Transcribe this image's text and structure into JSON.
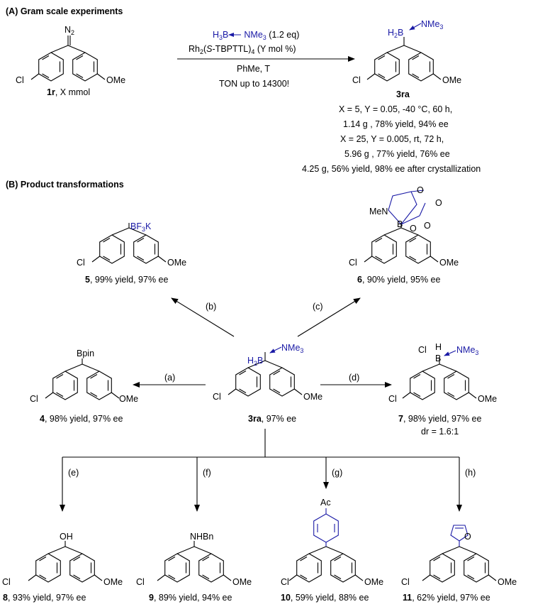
{
  "sections": {
    "A": "(A) Gram scale experiments",
    "B": "(B) Product transformations"
  },
  "A": {
    "reagent_N2": "N",
    "reagent_N2_sub": "2",
    "cl": "Cl",
    "ome": "OMe",
    "sm_label_bold": "1r",
    "sm_label_rest": ", X mmol",
    "cond1": "H3B←NMe3 (1.2 eq)",
    "cond1_a": "H",
    "cond1_a_sub": "3",
    "cond1_b": "B",
    "cond1_c": "NMe",
    "cond1_c_sub": "3",
    "cond1_d": " (1.2 eq)",
    "cond2_a": "Rh",
    "cond2_a_sub": "2",
    "cond2_b": "(",
    "cond2_S": "S",
    "cond2_c": "-TBPTTL)",
    "cond2_c_sub": "4",
    "cond2_d": " (Y mol %)",
    "cond3": "PhMe, T",
    "cond4": "TON up to 14300!",
    "prod_label": "3ra",
    "prod_H2B": "H",
    "prod_H2B_sub": "2",
    "prod_B": "B",
    "prod_NMe3": "NMe",
    "prod_NMe3_sub": "3",
    "results": [
      "X = 5, Y = 0.05, -40 °C, 60 h,",
      "1.14 g , 78% yield, 94% ee",
      "X = 25, Y = 0.005, rt, 72 h,",
      "5.96 g , 77% yield, 76% ee",
      "4.25 g, 56% yield, 98% ee after crystallization"
    ]
  },
  "B": {
    "center_label_bold": "3ra",
    "center_label_rest": ", 97% ee",
    "arrows": [
      "(a)",
      "(b)",
      "(c)",
      "(d)",
      "(e)",
      "(f)",
      "(g)",
      "(h)"
    ],
    "p5": {
      "group_a": "BF",
      "group_sub": "3",
      "group_b": "K",
      "label_bold": "5",
      "label_rest": ", 99% yield, 97% ee"
    },
    "p6": {
      "men": "MeN",
      "b": "B",
      "o1": "O",
      "o2": "O",
      "o3": "O",
      "o4": "O",
      "label_bold": "6",
      "label_rest": ", 90% yield, 95% ee"
    },
    "p4": {
      "group": "Bpin",
      "label_bold": "4",
      "label_rest": ", 98% yield, 97% ee"
    },
    "p7": {
      "cl": "Cl",
      "h": "H",
      "b": "B",
      "nme": "NMe",
      "nme_sub": "3",
      "label_bold": "7",
      "label_rest": ", 98% yield, 97% ee",
      "dr": "dr = 1.6:1"
    },
    "p8": {
      "group": "OH",
      "label_bold": "8",
      "label_rest": ", 93% yield, 97% ee"
    },
    "p9": {
      "group": "NHBn",
      "label_bold": "9",
      "label_rest": ", 89% yield, 94% ee"
    },
    "p10": {
      "group": "Ac",
      "label_bold": "10",
      "label_rest": ", 59% yield, 88% ee"
    },
    "p11": {
      "group": "O",
      "label_bold": "11",
      "label_rest": ", 62% yield, 97% ee"
    }
  },
  "colors": {
    "highlight": "#1a1aa6",
    "ink": "#000000"
  }
}
